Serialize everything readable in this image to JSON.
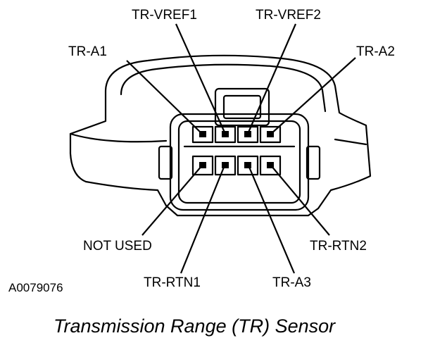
{
  "labels": {
    "tr_vref1": "TR-VREF1",
    "tr_vref2": "TR-VREF2",
    "tr_a1": "TR-A1",
    "tr_a2": "TR-A2",
    "not_used": "NOT USED",
    "tr_rtn2": "TR-RTN2",
    "tr_rtn1": "TR-RTN1",
    "tr_a3": "TR-A3"
  },
  "figure_code": "A0079076",
  "caption": "Transmission Range (TR) Sensor"
}
